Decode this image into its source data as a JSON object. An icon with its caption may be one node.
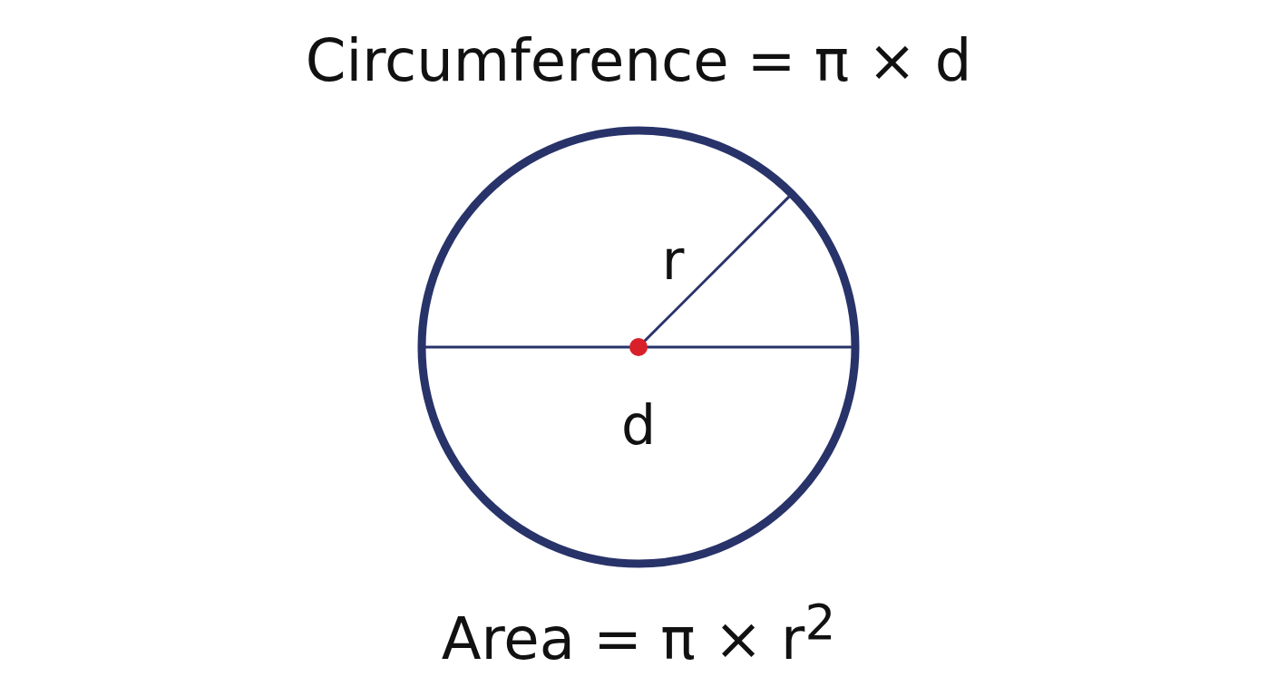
{
  "diagram": {
    "title": "Circumference = π × d",
    "nodes": [
      {
        "text": [
          "r",
          "d"
        ]
      }
    ],
    "caption": "Area = π × r$^{2}$"
  }
}
